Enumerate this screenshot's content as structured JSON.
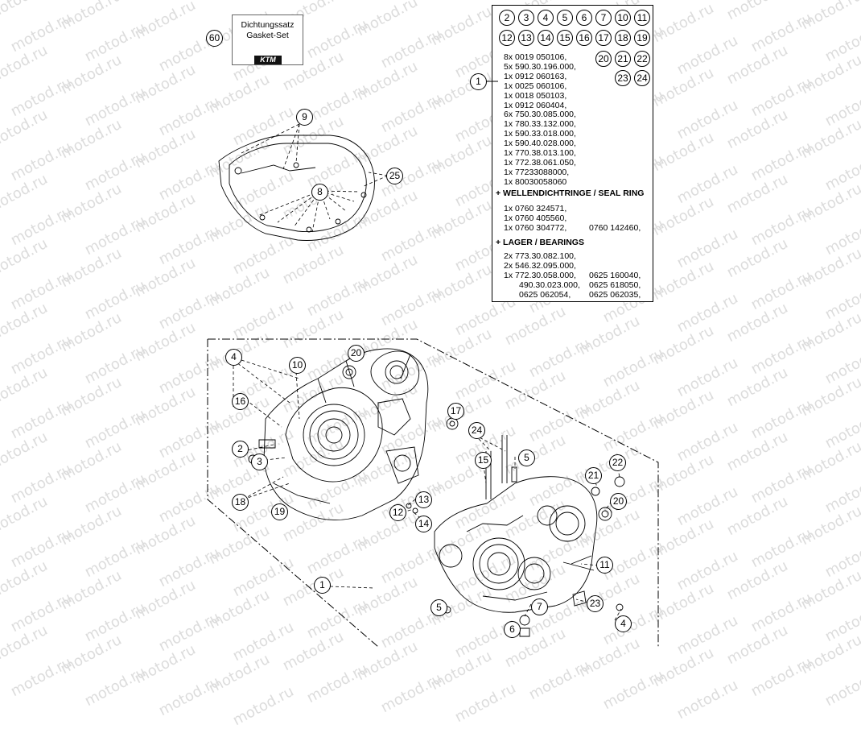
{
  "watermark": "motod.ru",
  "gasket_set": {
    "callout": "60",
    "line1": "Dichtungssatz",
    "line2": "Gasket-Set",
    "logo": "KTM"
  },
  "kit": {
    "numbers": [
      "2",
      "3",
      "4",
      "5",
      "6",
      "7",
      "10",
      "11",
      "12",
      "13",
      "14",
      "15",
      "16",
      "17",
      "18",
      "19",
      "20",
      "21",
      "22",
      "23",
      "24"
    ],
    "callout": "1",
    "parts": [
      "8x 0019 050106,",
      "5x 590.30.196.000,",
      "1x 0912 060163,",
      "1x 0025 060106,",
      "1x 0018 050103,",
      "1x 0912 060404,",
      "6x 750.30.085.000,",
      "1x 780.33.132.000,",
      "1x 590.33.018.000,",
      "1x 590.40.028.000,",
      "1x 770.38.013.100,",
      "1x 772.38.061.050,",
      "1x 77233088000,",
      "1x 80030058060"
    ],
    "seal_heading": "+ WELLENDICHTRINGE /  SEAL RING",
    "seal_parts": [
      "1x 0760 324571,",
      "1x 0760 405560,",
      "1x 0760 304772,"
    ],
    "seal_extra": "0760 142460,",
    "bearing_heading": "+ LAGER / BEARINGS",
    "bearing_parts": [
      "2x 773.30.082.100,",
      "2x 546.32.095.000,",
      "1x 772.30.058.000,",
      "490.30.023.000,",
      "0625 062054,"
    ],
    "bearing_extra": [
      "0625 160040,",
      "0625 618050,",
      "0625 062035,"
    ]
  },
  "callouts": {
    "cover_9": "9",
    "cover_8": "8",
    "cover_25": "25",
    "case_4a": "4",
    "case_10": "10",
    "case_20a": "20",
    "case_16": "16",
    "case_2": "2",
    "case_3": "3",
    "case_18": "18",
    "case_19": "19",
    "case_17": "17",
    "case_24": "24",
    "case_15": "15",
    "case_5a": "5",
    "case_13": "13",
    "case_12": "12",
    "case_14": "14",
    "case_21": "21",
    "case_22": "22",
    "case_20b": "20",
    "case_11": "11",
    "case_1": "1",
    "case_5b": "5",
    "case_7": "7",
    "case_23": "23",
    "case_6": "6",
    "case_4b": "4"
  }
}
